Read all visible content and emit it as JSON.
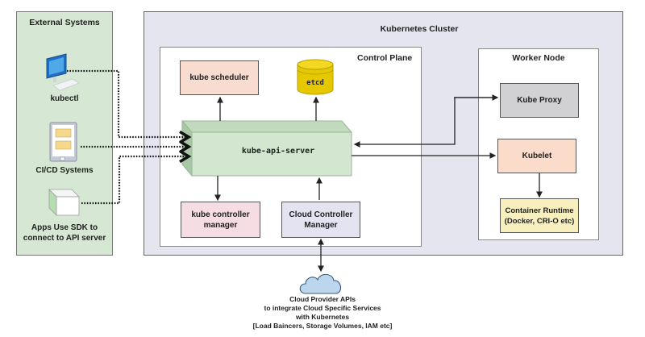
{
  "external_systems": {
    "title": "External Systems",
    "items": [
      {
        "label": "kubectl",
        "icon": "desktop-computer-icon"
      },
      {
        "label": "CI/CD Systems",
        "icon": "tablet-icon"
      },
      {
        "label_line1": "Apps Use SDK to",
        "label_line2": "connect to API server",
        "icon": "cube-icon"
      }
    ]
  },
  "cluster": {
    "title": "Kubernetes Cluster",
    "control_plane": {
      "title": "Control Plane",
      "scheduler": "kube scheduler",
      "etcd": "etcd",
      "api_server": "kube-api-server",
      "controller_manager_line1": "kube controller",
      "controller_manager_line2": "manager",
      "cloud_controller_line1": "Cloud Controller",
      "cloud_controller_line2": "Manager"
    },
    "worker_node": {
      "title": "Worker Node",
      "kube_proxy": "Kube Proxy",
      "kubelet": "Kubelet",
      "container_runtime_line1": "Container Runtime",
      "container_runtime_line2": "(Docker, CRI-O etc)"
    }
  },
  "cloud_provider": {
    "icon": "cloud-icon",
    "lines": [
      "Cloud Provider APIs",
      "to integrate Cloud Specific Services",
      "with Kubernetes",
      "[Load Baincers, Storage Volumes, IAM etc]"
    ]
  },
  "colors": {
    "external_bg": "#d6e8d4",
    "cluster_bg": "#e5e5f0",
    "api_server": "#d3e6d0",
    "etcd": "#e6c800",
    "scheduler": "#f9dcd0",
    "kube_proxy": "#d1d1d4",
    "kubelet": "#fbdccb",
    "container_runtime": "#f7efbd",
    "cloud": "#bcd6ee"
  }
}
